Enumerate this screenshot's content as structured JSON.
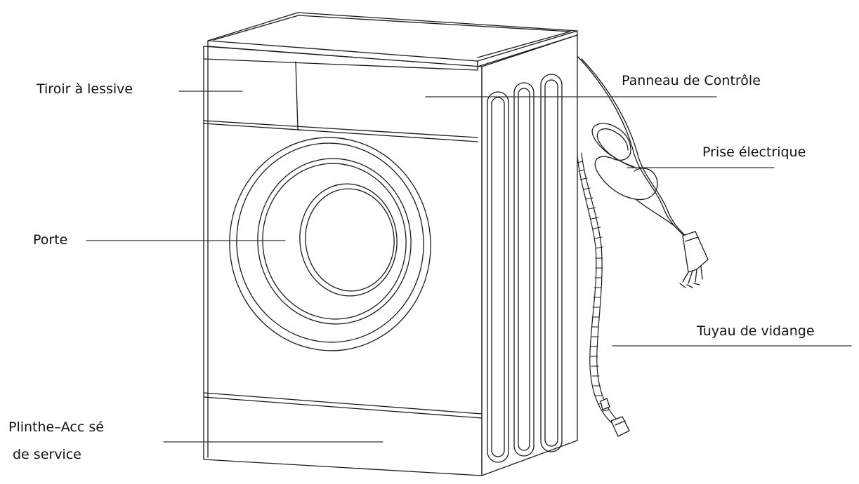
{
  "colors": {
    "stroke": "#1a1a1a",
    "background": "#ffffff",
    "text": "#111111"
  },
  "labels": {
    "tiroir": "Tiroir à lessive",
    "panneau": "Panneau de Contrôle",
    "prise": "Prise électrique",
    "porte": "Porte",
    "tuyau": "Tuyau de vidange",
    "plinthe_line1": "Plinthe–Acc sé",
    "plinthe_line2": "de  service"
  },
  "icons": {
    "product": "washing-machine-line-drawing"
  }
}
